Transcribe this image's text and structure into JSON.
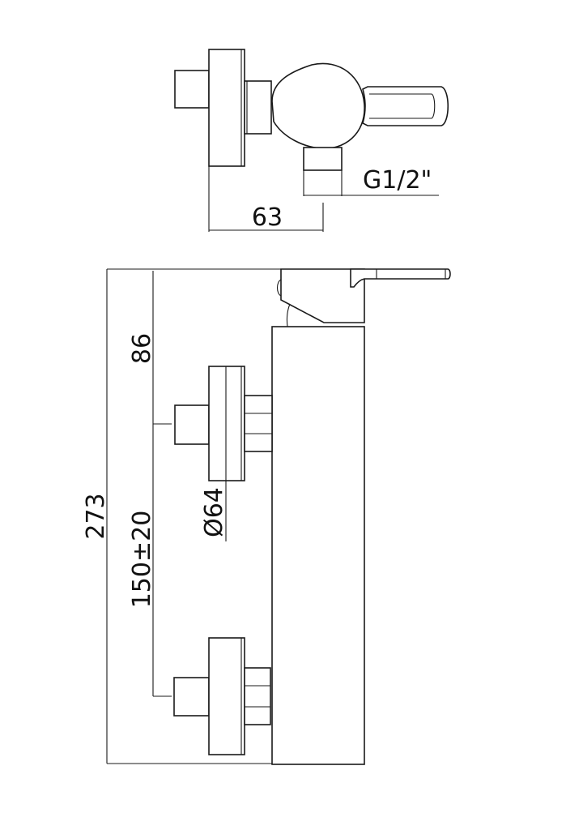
{
  "drawing": {
    "title": "Exposed shower mixer technical drawing",
    "views": [
      "top-view",
      "side-view"
    ],
    "line_color": "#1a1a1a",
    "background": "#ffffff"
  },
  "top_view": {
    "dimensions": {
      "depth": "63",
      "outlet_thread": "G1/2\""
    }
  },
  "side_view": {
    "dimensions": {
      "total_height": "273",
      "top_to_inlet": "86",
      "inlet_spacing": "150±20",
      "flange_diameter": "Ø64"
    }
  }
}
